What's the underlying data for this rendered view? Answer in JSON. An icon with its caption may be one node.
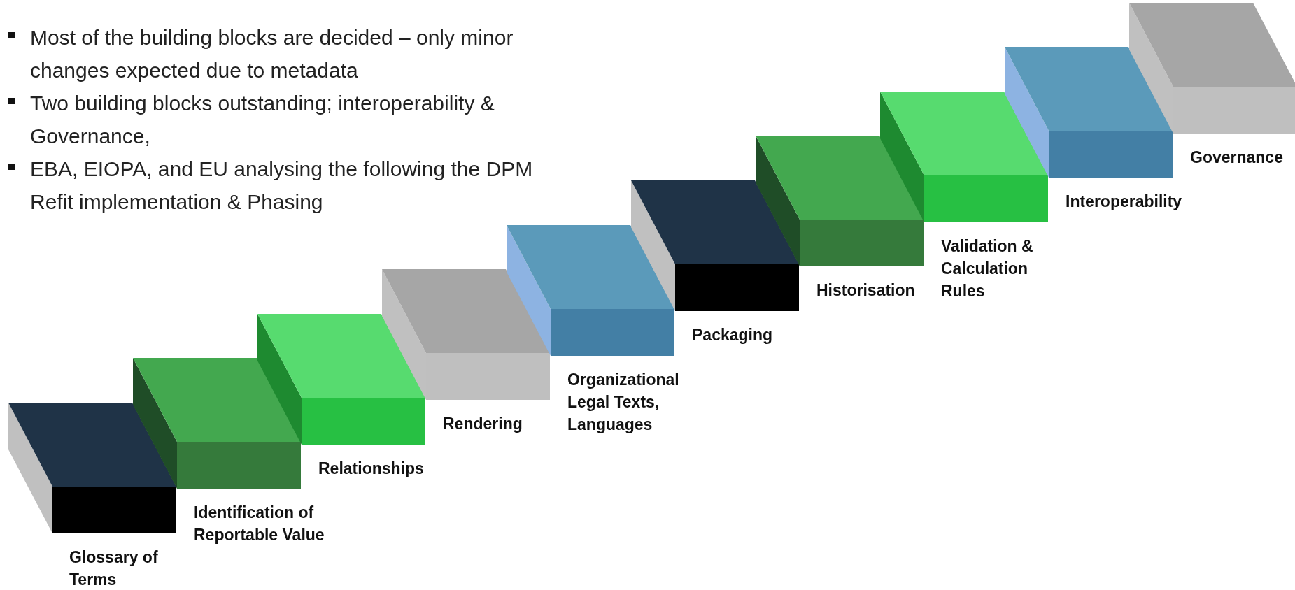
{
  "diagram": {
    "nodes": [
      {
        "text": [
          "Glossary of Terms"
        ]
      },
      {
        "text": [
          "Identification of Reportable Value"
        ]
      },
      {
        "text": [
          "Relationships"
        ]
      },
      {
        "text": [
          "Rendering"
        ]
      },
      {
        "text": [
          "Organizational Legal Texts, Languages"
        ]
      },
      {
        "text": [
          "Packaging"
        ]
      },
      {
        "text": [
          "Historisation"
        ]
      },
      {
        "text": [
          "Validation & Calculation Rules"
        ]
      },
      {
        "text": [
          "Interoperability"
        ]
      },
      {
        "text": [
          "Governance"
        ]
      }
    ],
    "labels": [
      "Most of the building blocks are decided – only minor changes expected due to metadata",
      "Two building blocks outstanding; interoperability & Governance,",
      "EBA, EIOPA, and EU analysing the following the DPM Refit implementation & Phasing"
    ]
  }
}
